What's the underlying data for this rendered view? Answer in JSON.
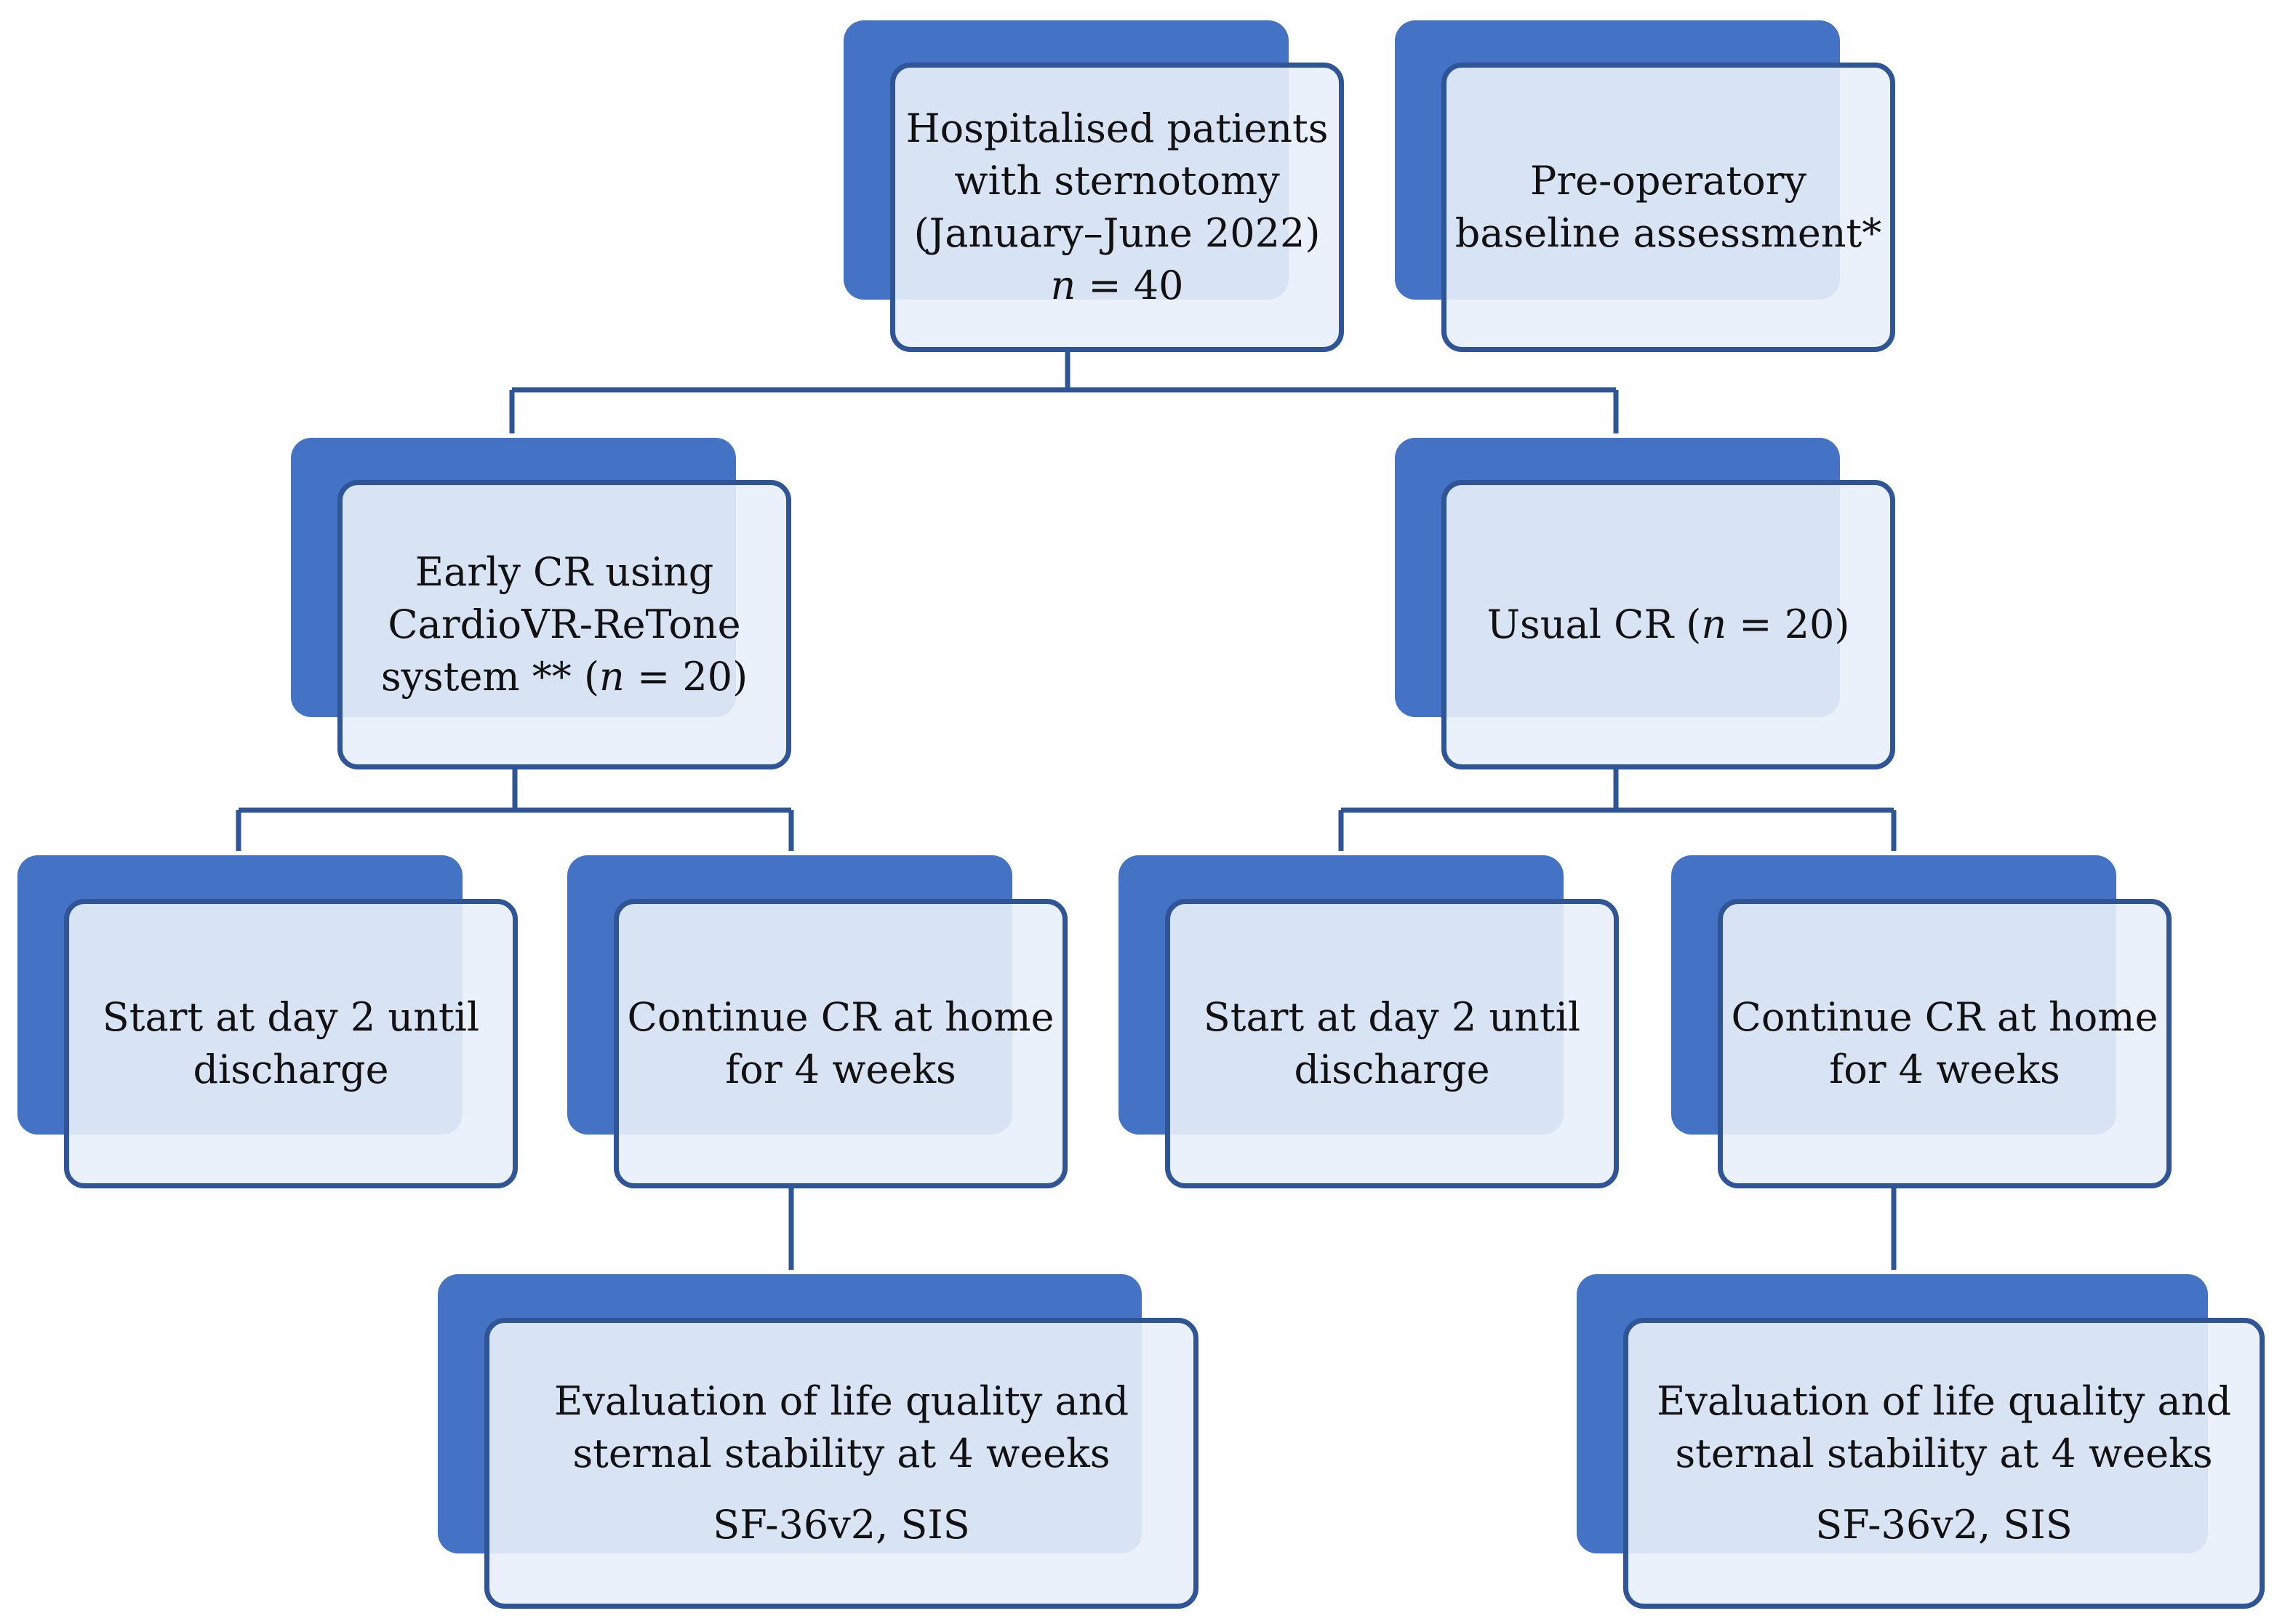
{
  "nodes": {
    "hospitalised": {
      "line1": "Hospitalised patients",
      "line2": "with sternotomy",
      "line3": "(January–June 2022)",
      "n_label": "n",
      "n_value": " = 40"
    },
    "baseline": {
      "line1": "Pre-operatory",
      "line2": "baseline assessment*"
    },
    "early_cr": {
      "line1": "Early CR using",
      "line2": "CardioVR-ReTone",
      "line3_prefix": "system ** (",
      "n_label": "n",
      "n_value": " = 20)"
    },
    "usual_cr": {
      "prefix": "Usual CR (",
      "n_label": "n",
      "n_value": " = 20)"
    },
    "start_left": {
      "line1": "Start at day 2 until",
      "line2": "discharge"
    },
    "continue_left": {
      "line1": "Continue CR at home",
      "line2": "for 4 weeks"
    },
    "start_right": {
      "line1": "Start at day 2 until",
      "line2": "discharge"
    },
    "continue_right": {
      "line1": "Continue CR at home",
      "line2": "for 4 weeks"
    },
    "eval_left": {
      "line1": "Evaluation of life quality and",
      "line2": "sternal stability at 4 weeks",
      "measures": "SF-36v2, SIS"
    },
    "eval_right": {
      "line1": "Evaluation of life quality and",
      "line2": "sternal stability at 4 weeks",
      "measures": "SF-36v2, SIS"
    }
  },
  "colors": {
    "back_fill": "#4472C4",
    "front_border": "#2F5597",
    "front_fill": "#E9EFF9",
    "connector": "#2F5597"
  }
}
